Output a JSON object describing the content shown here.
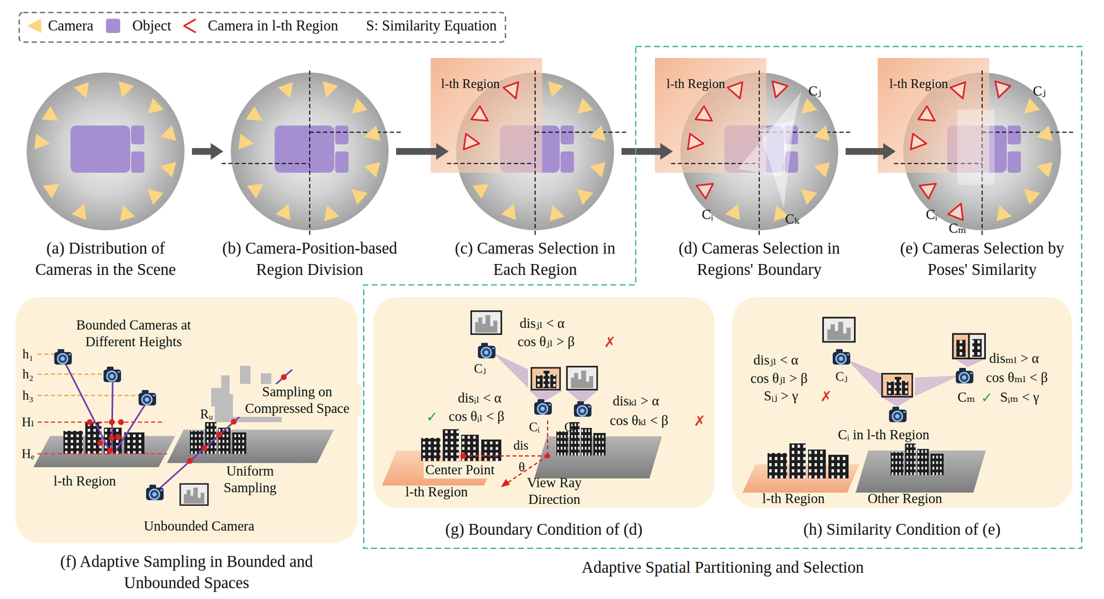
{
  "diagram": {
    "nodes": [
      {
        "text": [
          "(a) Distribution of Cameras in the Scene"
        ]
      },
      {
        "text": [
          "(b) Camera-Position-based Region Division"
        ]
      },
      {
        "text": [
          "(c) Cameras Selection in Each Region"
        ]
      },
      {
        "text": [
          "Adaptive Spatial Partitioning and Selection"
        ]
      },
      {
        "text": [
          "(d) Cameras Selection in Regions' Boundary"
        ],
        "in": 3
      },
      {
        "text": [
          "(e) Cameras Selection by Poses' Similarity"
        ],
        "in": 3
      },
      {
        "text": [
          "(f) Adaptive Sampling in Bounded and Unbounded Spaces"
        ]
      },
      {
        "text": [
          "(g) Boundary Condition of (d)"
        ],
        "in": 3
      },
      {
        "text": [
          "(h) Similarity Condition of (e)"
        ],
        "in": 3
      }
    ],
    "edges": [
      {
        "from": 0,
        "to": 1,
        "arrow": "to"
      },
      {
        "from": 1,
        "to": 2,
        "arrow": "to"
      },
      {
        "from": 2,
        "to": 4,
        "arrow": "to"
      },
      {
        "from": 4,
        "to": 5,
        "arrow": "to"
      }
    ],
    "labels": [
      "l-th Region",
      "l-th Region",
      "Cⱼ",
      "Cᵢ",
      "Cₖ",
      "l-th Region",
      "Cⱼ",
      "Cᵢ",
      "Cₘ",
      "Bounded Cameras at Different Heights",
      "h₁",
      "h₂",
      "h₃",
      "Hₗ",
      "Hₑ",
      "Sampling on Compressed Space",
      "Rᵤ",
      "Uniform Sampling",
      "l-th Region",
      "Unbounded Camera",
      "disⱼₗ < α",
      "cos θⱼₗ > β",
      "✗",
      "Cⱼ",
      "disᵢₗ < α",
      "✓",
      "cos θᵢₗ < β",
      "Cᵢ",
      "Cₖ",
      "disₖₗ > α",
      "cos θₖₗ < β",
      "✗",
      "dis",
      "θ",
      "Center Point",
      "View Ray Direction",
      "l-th Region",
      "disⱼₗ < α",
      "cos θⱼₗ > β",
      "Sᵢⱼ > γ",
      "✗",
      "Cⱼ",
      "disₘₗ > α",
      "cos θₘₗ < β",
      "Cₘ",
      "✓",
      "Sᵢₘ < γ",
      "Cᵢ in l-th Region",
      "l-th Region",
      "Other Region"
    ],
    "legend": [
      {
        "text": "Camera",
        "color": "#fbd581"
      },
      {
        "text": "Object",
        "color": "#a58fd0"
      },
      {
        "text": "Camera in l-th Region"
      },
      {
        "text": "S: Similarity Equation"
      }
    ]
  }
}
